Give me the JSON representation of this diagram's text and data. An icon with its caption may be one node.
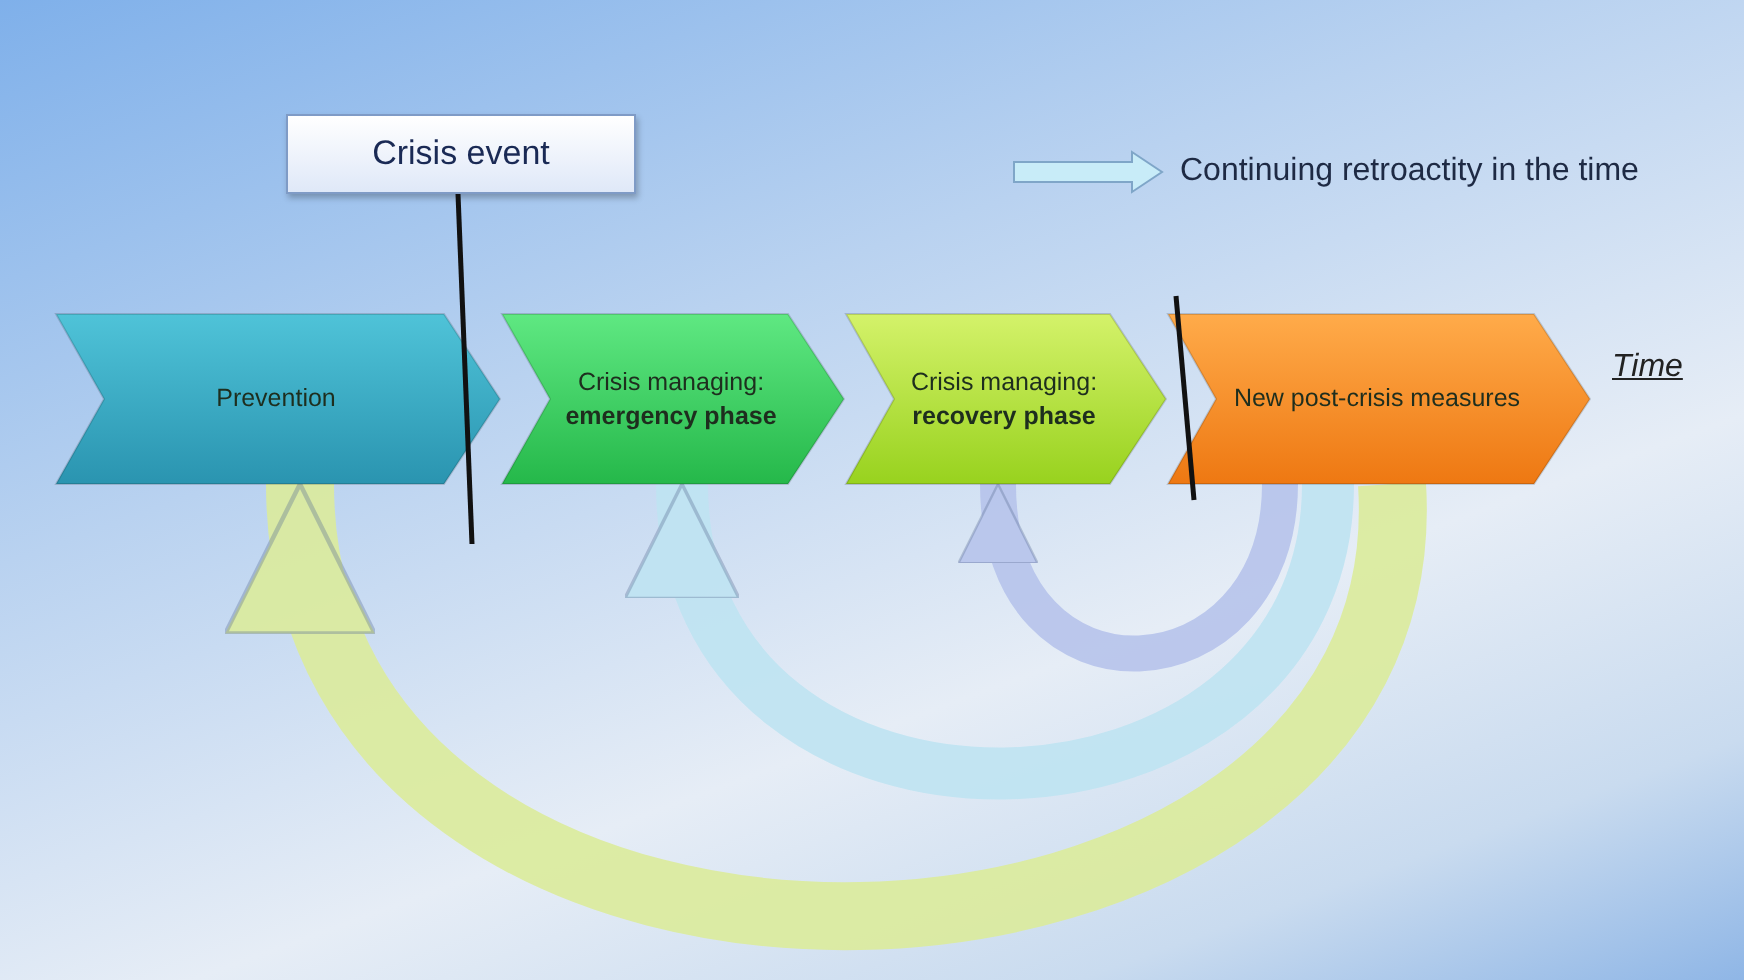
{
  "diagram": {
    "nodes": [
      {
        "text": [
          "Crisis event"
        ]
      },
      {
        "text": [
          "Prevention"
        ]
      },
      {
        "text": [
          "Crisis managing:",
          "emergency phase"
        ]
      },
      {
        "text": [
          "Crisis managing:",
          "recovery phase"
        ]
      },
      {
        "text": [
          "New post-crisis measures"
        ]
      }
    ],
    "edges": [
      {
        "from": 4,
        "to": 1,
        "arrow": "to",
        "color": "#dcec9c"
      },
      {
        "from": 4,
        "to": 2,
        "arrow": "to",
        "color": "#bfe4f2"
      },
      {
        "from": 4,
        "to": 3,
        "arrow": "to",
        "color": "#b7c4ec"
      }
    ],
    "labels": [
      "Time"
    ],
    "legend": [
      {
        "text": "Continuing retroactity in the time"
      }
    ]
  }
}
